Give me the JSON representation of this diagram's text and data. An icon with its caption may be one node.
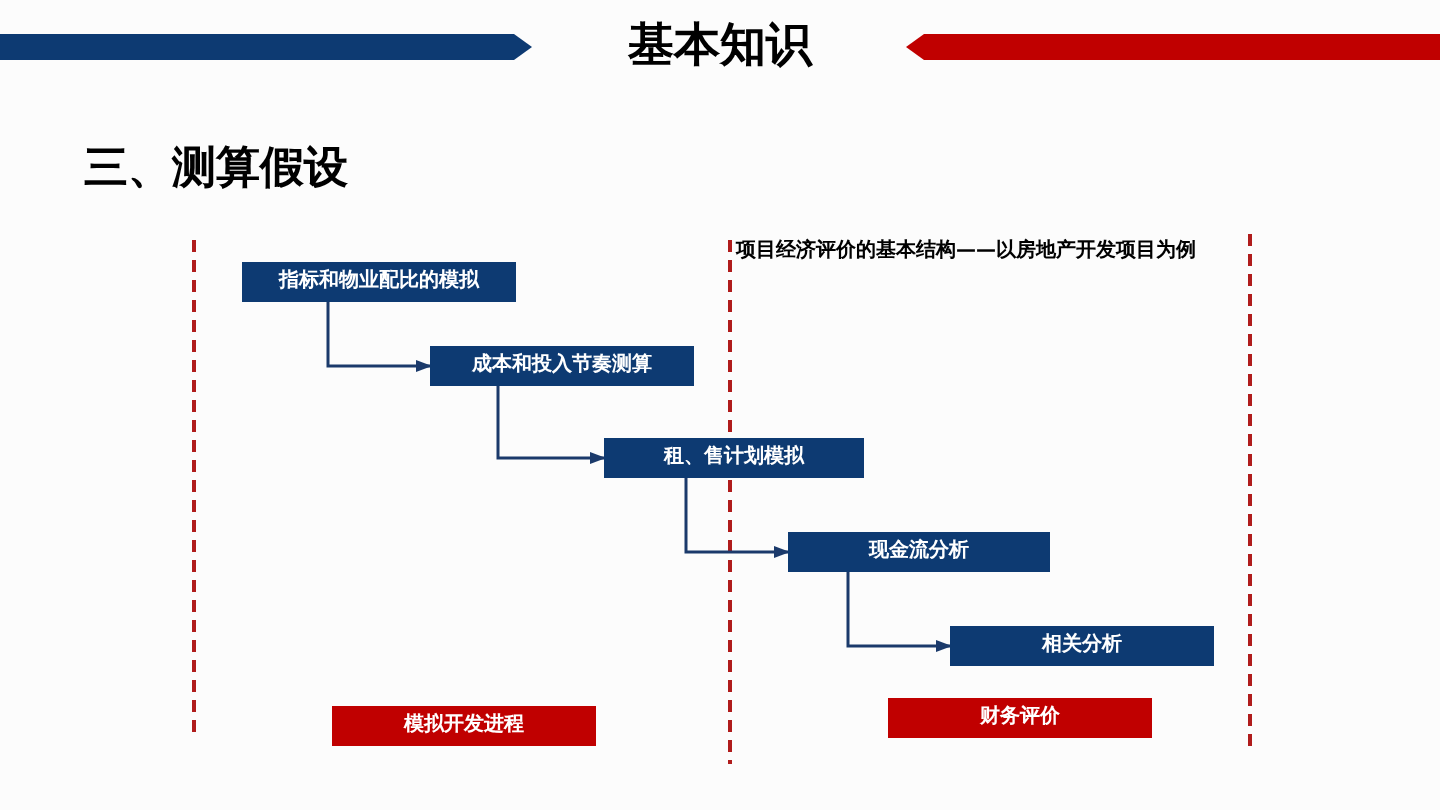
{
  "diagram": {
    "title": "基本知识",
    "nodes": [
      {
        "text": [
          "指标和物业配比的模拟"
        ]
      },
      {
        "text": [
          "成本和投入节奏测算"
        ]
      },
      {
        "text": [
          "租、售计划模拟"
        ]
      },
      {
        "text": [
          "现金流分析"
        ]
      },
      {
        "text": [
          "相关分析"
        ]
      },
      {
        "text": [
          "模拟开发进程"
        ]
      },
      {
        "text": [
          "财务评价"
        ]
      }
    ],
    "edges": [
      {
        "from": 0,
        "to": 1,
        "arrow": "to"
      },
      {
        "from": 1,
        "to": 2,
        "arrow": "to"
      },
      {
        "from": 2,
        "to": 3,
        "arrow": "to"
      },
      {
        "from": 3,
        "to": 4,
        "arrow": "to"
      }
    ],
    "labels": [
      "三、测算假设",
      "项目经济评价的基本结构——以房地产开发项目为例"
    ]
  }
}
